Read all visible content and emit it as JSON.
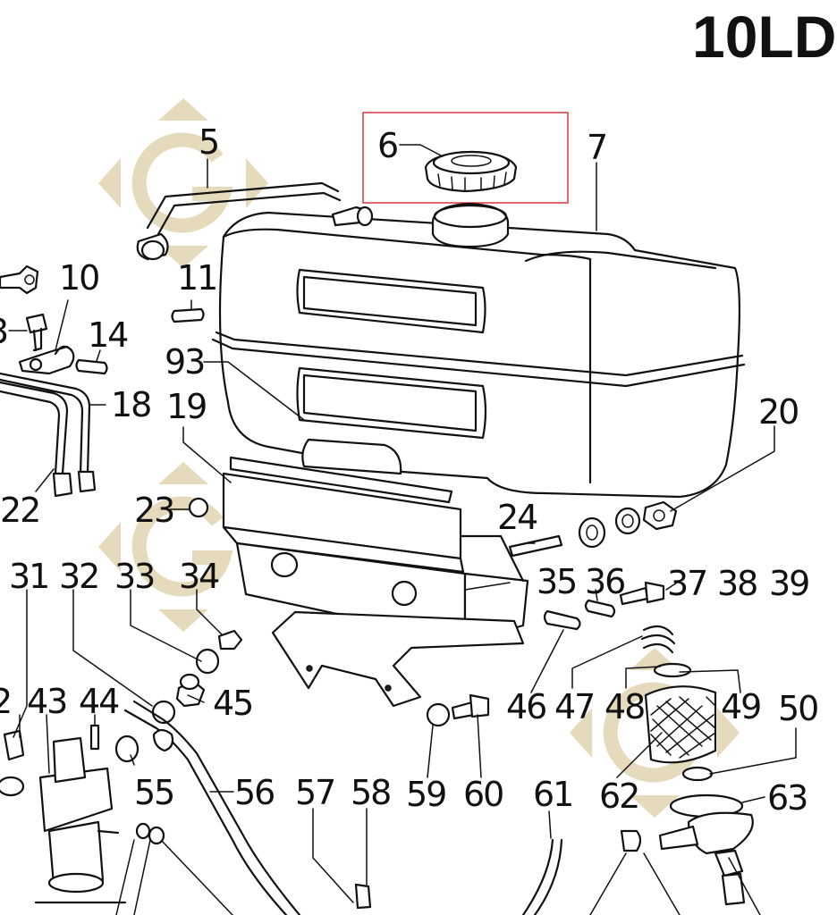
{
  "header": {
    "title": "10LD"
  },
  "diagram": {
    "callouts": [
      {
        "id": "c5",
        "text": "5"
      },
      {
        "id": "c6",
        "text": "6"
      },
      {
        "id": "c7",
        "text": "7"
      },
      {
        "id": "c10",
        "text": "10"
      },
      {
        "id": "c11",
        "text": "11"
      },
      {
        "id": "c13",
        "text": "3"
      },
      {
        "id": "c14",
        "text": "14"
      },
      {
        "id": "c93",
        "text": "93"
      },
      {
        "id": "c19",
        "text": "19"
      },
      {
        "id": "c18",
        "text": "18"
      },
      {
        "id": "c20",
        "text": "20"
      },
      {
        "id": "c22",
        "text": "22"
      },
      {
        "id": "c23",
        "text": "23"
      },
      {
        "id": "c24",
        "text": "24"
      },
      {
        "id": "c31",
        "text": "31"
      },
      {
        "id": "c32",
        "text": "32"
      },
      {
        "id": "c33",
        "text": "33"
      },
      {
        "id": "c34",
        "text": "34"
      },
      {
        "id": "c35",
        "text": "35"
      },
      {
        "id": "c36",
        "text": "36"
      },
      {
        "id": "c37",
        "text": "37"
      },
      {
        "id": "c38",
        "text": "38"
      },
      {
        "id": "c39",
        "text": "39"
      },
      {
        "id": "c42",
        "text": "2"
      },
      {
        "id": "c43",
        "text": "43"
      },
      {
        "id": "c44",
        "text": "44"
      },
      {
        "id": "c45",
        "text": "45"
      },
      {
        "id": "c46",
        "text": "46"
      },
      {
        "id": "c47",
        "text": "47"
      },
      {
        "id": "c48",
        "text": "48"
      },
      {
        "id": "c49",
        "text": "49"
      },
      {
        "id": "c50",
        "text": "50"
      },
      {
        "id": "c55",
        "text": "55"
      },
      {
        "id": "c56",
        "text": "56"
      },
      {
        "id": "c57",
        "text": "57"
      },
      {
        "id": "c58",
        "text": "58"
      },
      {
        "id": "c59",
        "text": "59"
      },
      {
        "id": "c60",
        "text": "60"
      },
      {
        "id": "c61",
        "text": "61"
      },
      {
        "id": "c62",
        "text": "62"
      },
      {
        "id": "c63",
        "text": "63"
      }
    ]
  },
  "highlight": {
    "part": "6",
    "color": "#d9363e"
  },
  "watermark": {
    "icon": "gear-logo-icon",
    "color": "#e2d4b2"
  }
}
